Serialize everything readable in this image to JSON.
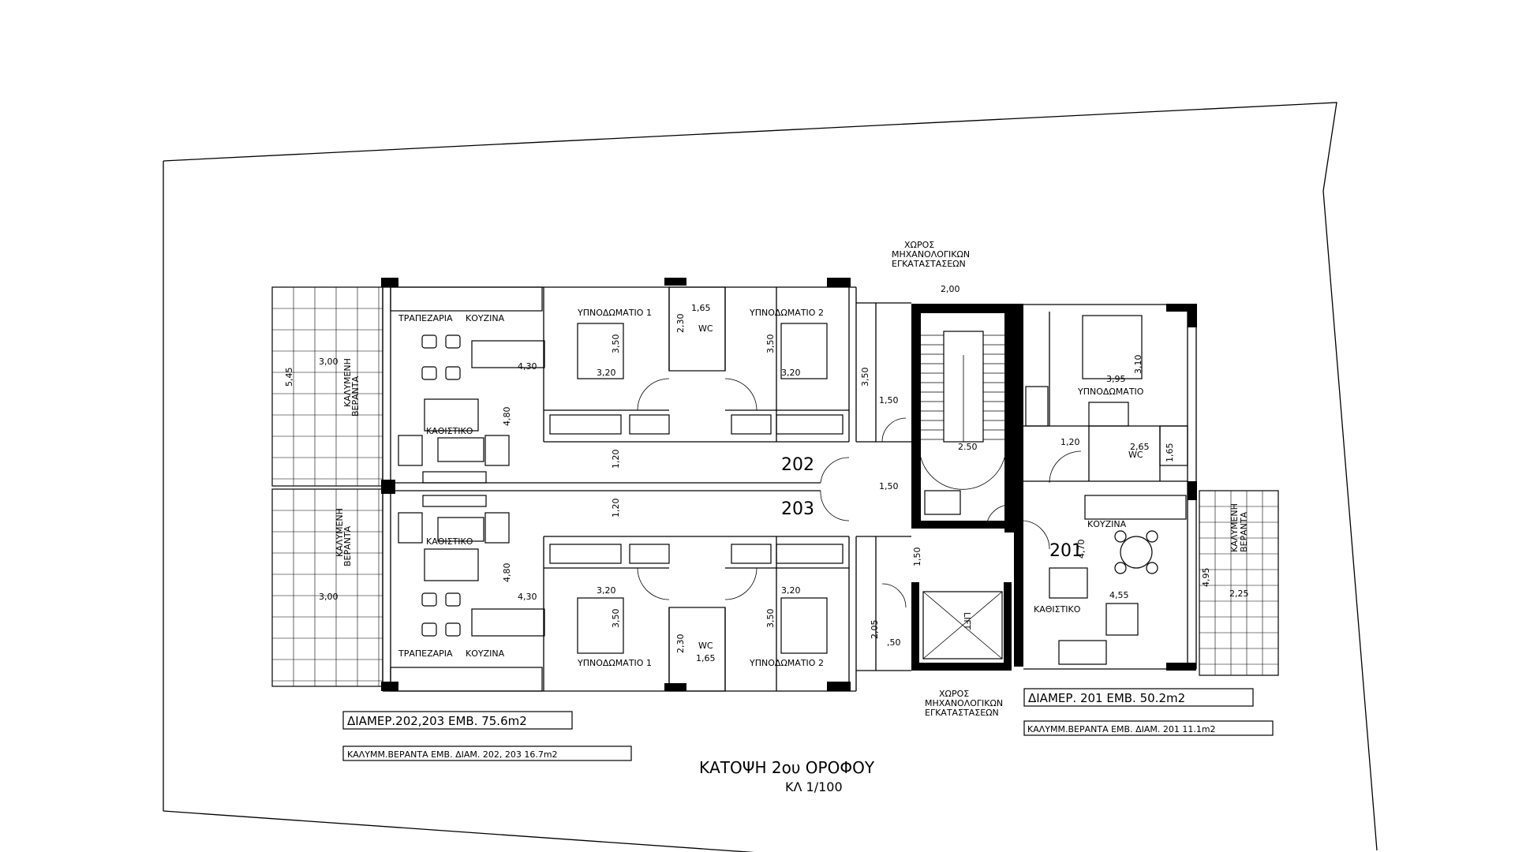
{
  "title": {
    "main": "ΚΑΤΟΨΗ 2ου ΟΡΟΦΟΥ",
    "scale": "ΚΛ 1/100"
  },
  "units": {
    "u202": "202",
    "u203": "203",
    "u201": "201"
  },
  "rooms": {
    "dining": "ΤΡΑΠΕΖΑΡΙΑ",
    "kitchen": "ΚΟΥΖΙΝΑ",
    "living": "ΚΑΘΙΣΤΙΚΟ",
    "bed1": "ΥΠΝΟΔΩΜΑΤΙΟ 1",
    "bed2": "ΥΠΝΟΔΩΜΑΤΙΟ 2",
    "bed": "ΥΠΝΟΔΩΜΑΤΙΟ",
    "wc": "WC",
    "veranda_line1": "ΚΑΛΥΜΕΝΗ",
    "veranda_line2": "ΒΕΡΑΝΤΑ",
    "mech_line1": "ΧΩΡΟΣ",
    "mech_line2": "ΜΗΧΑΝΟΛΟΓΙΚΩΝ",
    "mech_line3": "ΕΓΚΑΤΑΣΤΑΣΕΩΝ",
    "lift": "LIFT"
  },
  "dimensions": {
    "d300": "3,00",
    "d545": "5,45",
    "d430": "4,30",
    "d480": "4,80",
    "d350": "3,50",
    "d320": "3,20",
    "d230": "2,30",
    "d165": "1,65",
    "d120": "1,20",
    "d150": "1,50",
    "d200": "2,00",
    "d250": "2.50",
    "d205": "2,05",
    "d50": ",50",
    "d395": "3,95",
    "d310": "3,10",
    "d265": "2,65",
    "d168": "1,65",
    "d470": "4,70",
    "d455": "4,55",
    "d495": "4,95",
    "d225": "2,25"
  },
  "areas": {
    "apt202_203": "ΔΙΑΜΕΡ.202,203 ΕΜΒ. 75.6m2",
    "veranda202_203": "ΚΑΛΥΜΜ.ΒΕΡΑΝΤΑ ΕΜΒ. ΔΙΑΜ. 202, 203 16.7m2",
    "apt201": "ΔΙΑΜΕΡ. 201 ΕΜΒ. 50.2m2",
    "veranda201": "ΚΑΛΥΜΜ.ΒΕΡΑΝΤΑ ΕΜΒ. ΔΙΑΜ. 201 11.1m2"
  }
}
